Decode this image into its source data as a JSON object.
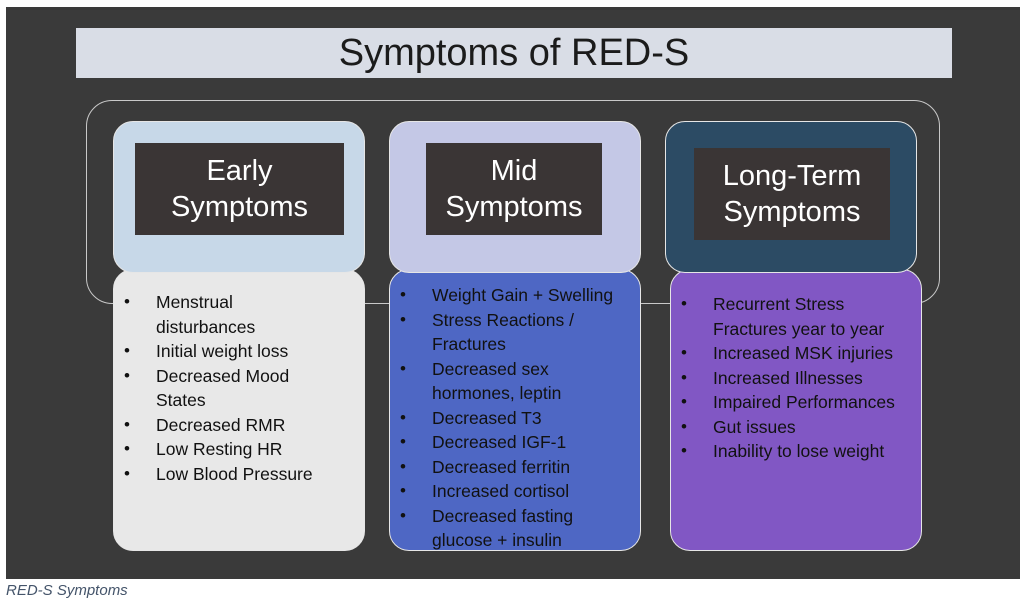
{
  "title": "Symptoms of RED-S",
  "caption": "RED-S Symptoms",
  "columns": [
    {
      "header": "Early\nSymptoms",
      "header_bg": "#c7d8e8",
      "list_bg": "#e8e8e8",
      "items": [
        "Menstrual disturbances",
        "Initial weight loss",
        "Decreased Mood States",
        "Decreased RMR",
        "Low Resting HR",
        "Low Blood Pressure"
      ]
    },
    {
      "header": "Mid\nSymptoms",
      "header_bg": "#c4c8e6",
      "list_bg": "#4e67c4",
      "items": [
        "Weight Gain + Swelling",
        "Stress Reactions / Fractures",
        "Decreased sex hormones, leptin",
        "Decreased T3",
        "Decreased IGF-1",
        "Decreased ferritin",
        "Increased cortisol",
        "Decreased fasting glucose + insulin"
      ]
    },
    {
      "header": "Long-Term\nSymptoms",
      "header_bg": "#2c4b64",
      "list_bg": "#8157c4",
      "items": [
        "Recurrent Stress Fractures year to year",
        "Increased MSK injuries",
        "Increased Illnesses",
        "Impaired Performances",
        "Gut issues",
        "Inability to lose weight"
      ]
    }
  ]
}
